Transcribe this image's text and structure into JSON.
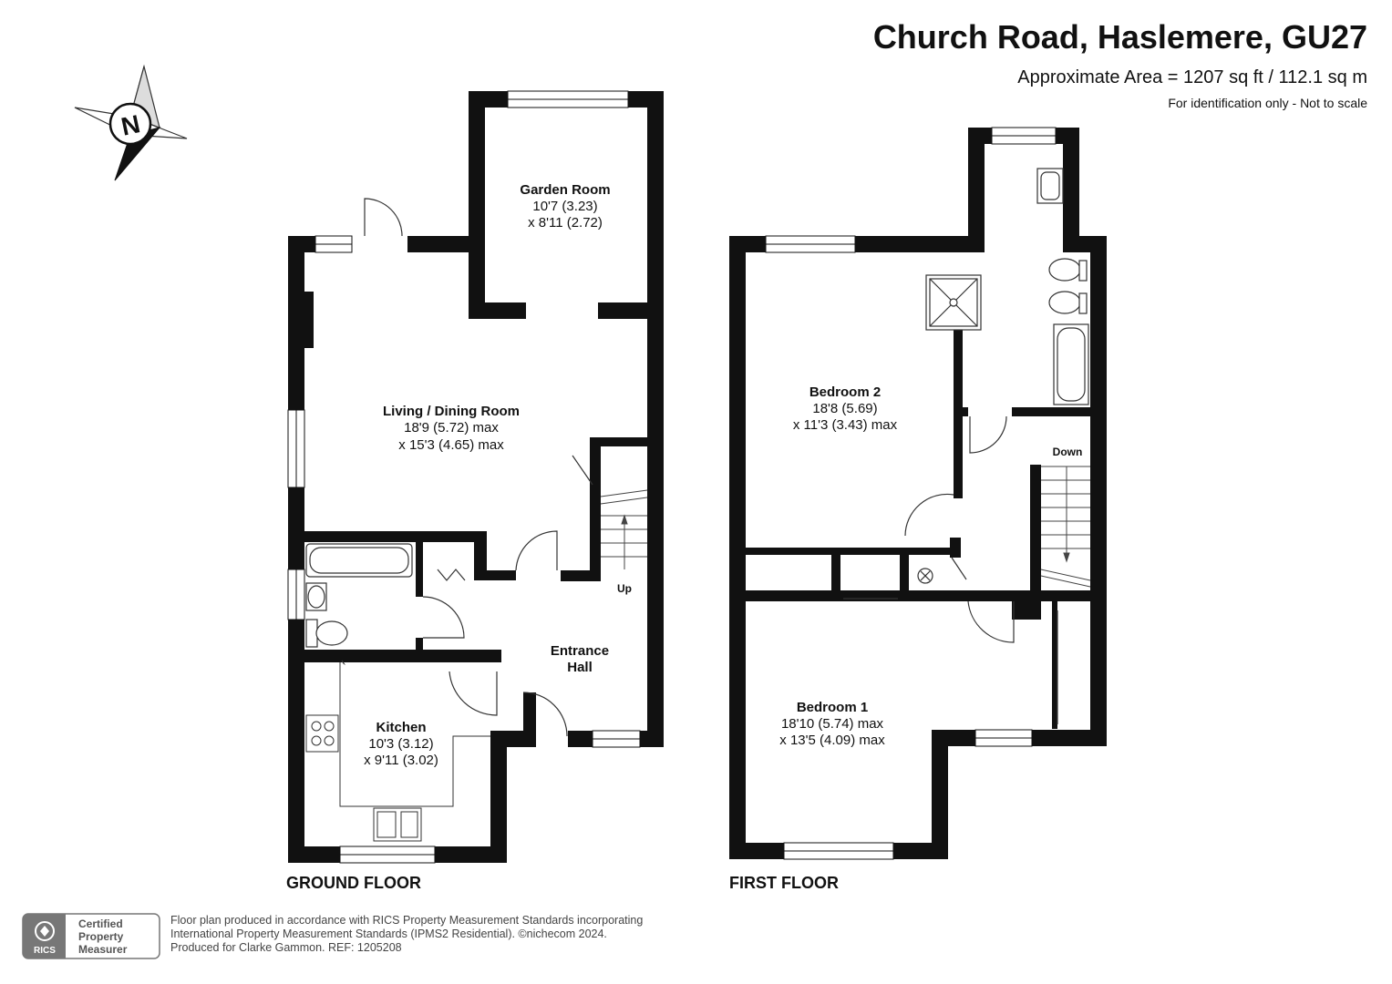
{
  "header": {
    "title": "Church Road, Haslemere, GU27",
    "area": "Approximate Area = 1207 sq ft / 112.1 sq m",
    "note": "For identification only - Not to scale"
  },
  "compass": {
    "letter": "N"
  },
  "ground_floor": {
    "label": "GROUND FLOOR",
    "rooms": {
      "garden_room": {
        "name": "Garden Room",
        "line1": "10'7 (3.23)",
        "line2": "x 8'11 (2.72)"
      },
      "living_dining": {
        "name": "Living / Dining Room",
        "line1": "18'9 (5.72) max",
        "line2": "x 15'3 (4.65) max"
      },
      "entrance_hall": {
        "name1": "Entrance",
        "name2": "Hall"
      },
      "kitchen": {
        "name": "Kitchen",
        "line1": "10'3 (3.12)",
        "line2": "x 9'11 (3.02)"
      }
    },
    "stairs_label": "Up"
  },
  "first_floor": {
    "label": "FIRST FLOOR",
    "rooms": {
      "bedroom2": {
        "name": "Bedroom 2",
        "line1": "18'8 (5.69)",
        "line2": "x 11'3 (3.43) max"
      },
      "bedroom1": {
        "name": "Bedroom 1",
        "line1": "18'10 (5.74) max",
        "line2": "x 13'5 (4.09) max"
      }
    },
    "stairs_label": "Down"
  },
  "footer": {
    "badge_org": "RICS",
    "badge_line1": "Certified",
    "badge_line2": "Property",
    "badge_line3": "Measurer",
    "line1": "Floor plan produced in accordance with RICS Property Measurement Standards incorporating",
    "line2": "International Property Measurement Standards (IPMS2 Residential).  ©nichecom 2024.",
    "line3": "Produced for Clarke Gammon.   REF: 1205208"
  },
  "colors": {
    "wall": "#111111",
    "fixture": "#333333",
    "badge": "#777777"
  }
}
